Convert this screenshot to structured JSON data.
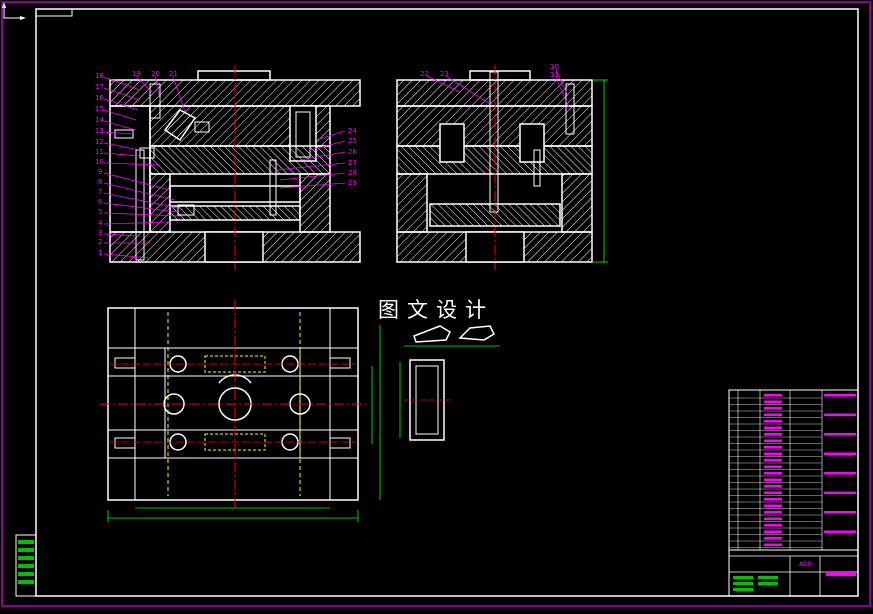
{
  "watermark": "图文设计",
  "colors": {
    "background": "#000000",
    "border_outer": "#c000c0",
    "frame": "#ffffff",
    "centerline": "#ff0000",
    "hidden_line": "#ffff00",
    "leader": "#ff00ff",
    "dimension": "#00ff00",
    "hatch": "#ffffff"
  },
  "front_view": {
    "part_numbers": [
      "18",
      "17",
      "16",
      "15",
      "14",
      "13",
      "12",
      "11",
      "10",
      "9",
      "8",
      "7",
      "6",
      "5",
      "4",
      "3",
      "2",
      "1",
      "19",
      "20",
      "21",
      "24",
      "25",
      "26",
      "27",
      "28",
      "29"
    ]
  },
  "side_view": {
    "part_numbers": [
      "22",
      "23",
      "30",
      "31"
    ]
  },
  "title_block": {
    "table_label": "ABB"
  }
}
